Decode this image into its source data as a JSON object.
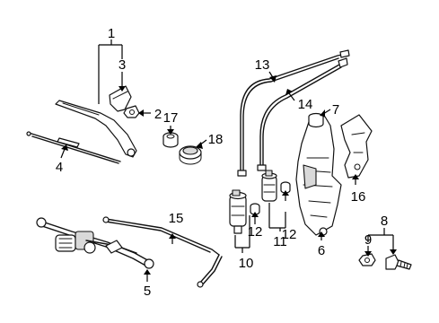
{
  "diagram": {
    "callouts": {
      "c1": "1",
      "c2": "2",
      "c3": "3",
      "c4": "4",
      "c5": "5",
      "c6": "6",
      "c7": "7",
      "c8": "8",
      "c9": "9",
      "c10": "10",
      "c11": "11",
      "c12a": "12",
      "c12b": "12",
      "c13": "13",
      "c14": "14",
      "c15": "15",
      "c16": "16",
      "c17": "17",
      "c18": "18"
    }
  }
}
